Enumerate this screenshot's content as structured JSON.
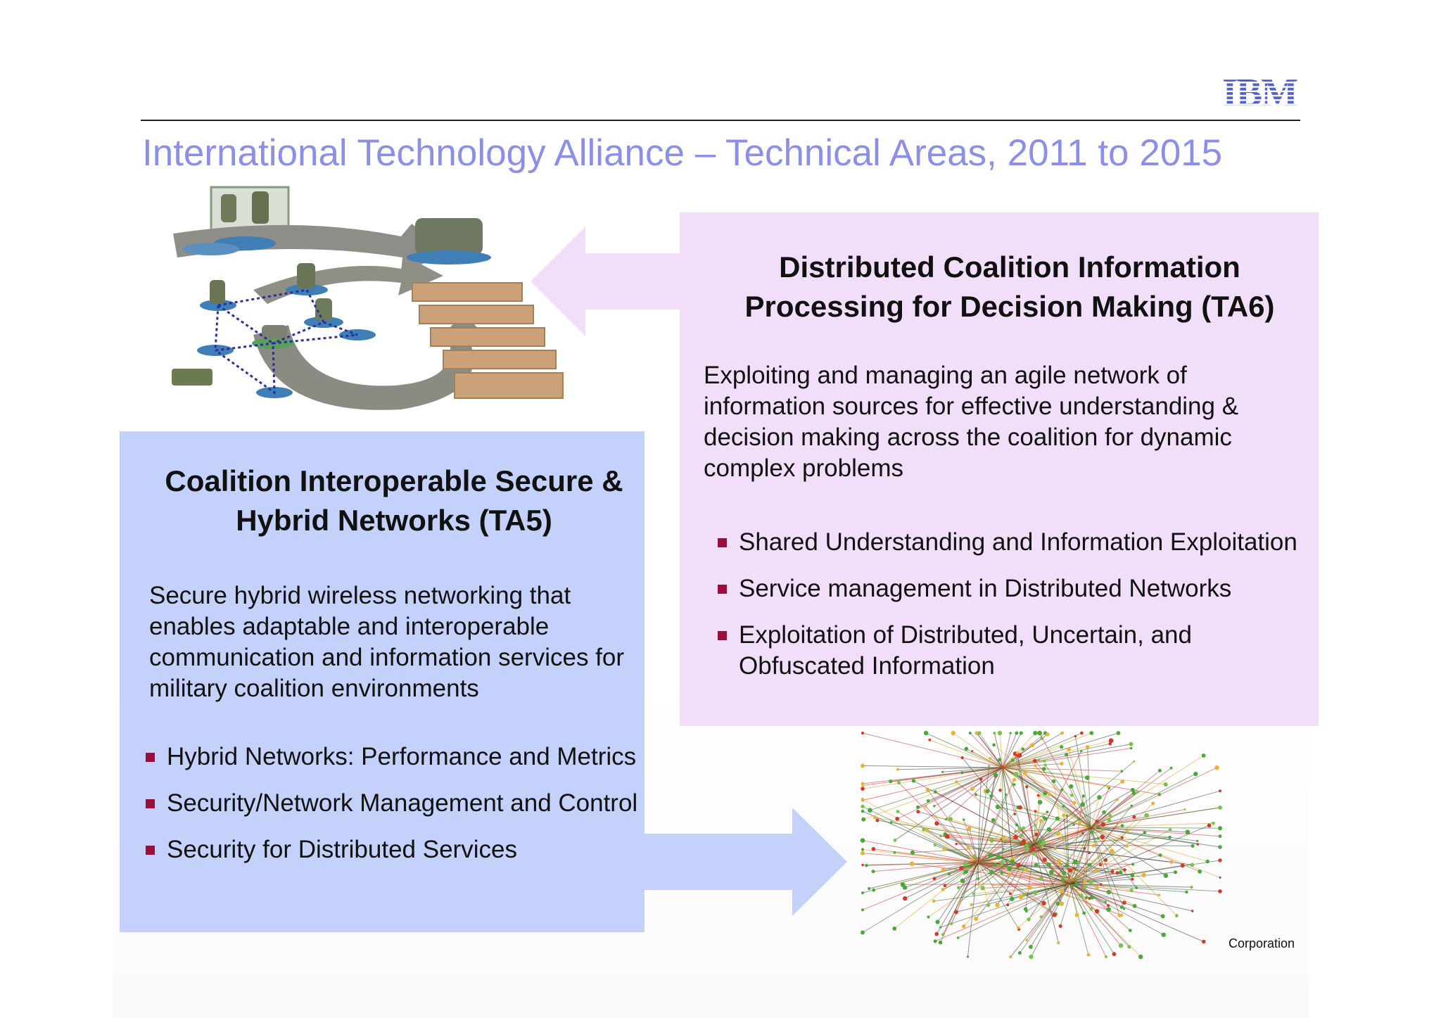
{
  "header": {
    "logo_text": "IBM",
    "title": "International Technology Alliance – Technical Areas, 2011 to 2015"
  },
  "ta6": {
    "title": "Distributed Coalition Information Processing for Decision Making (TA6)",
    "description": "Exploiting and managing an agile network of information sources for effective understanding & decision making across the coalition for dynamic complex problems",
    "bullets": [
      "Shared Understanding and Information Exploitation",
      "Service management in Distributed Networks",
      "Exploitation of Distributed, Uncertain, and Obfuscated Information"
    ]
  },
  "ta5": {
    "title": "Coalition Interoperable Secure & Hybrid Networks (TA5)",
    "description": "Secure hybrid wireless networking that enables adaptable and interoperable communication and information services for military coalition environments",
    "bullets": [
      "Hybrid Networks:  Performance and Metrics",
      "Security/Network Management and Control",
      "Security for Distributed Services"
    ]
  },
  "footer": {
    "text": "Corporation"
  },
  "colors": {
    "title": "#8c8fe6",
    "ta6_box": "#f1def9",
    "ta5_box": "#c4d1fb",
    "bullet": "#9a0f3a",
    "logo": "#4f5fd1"
  }
}
